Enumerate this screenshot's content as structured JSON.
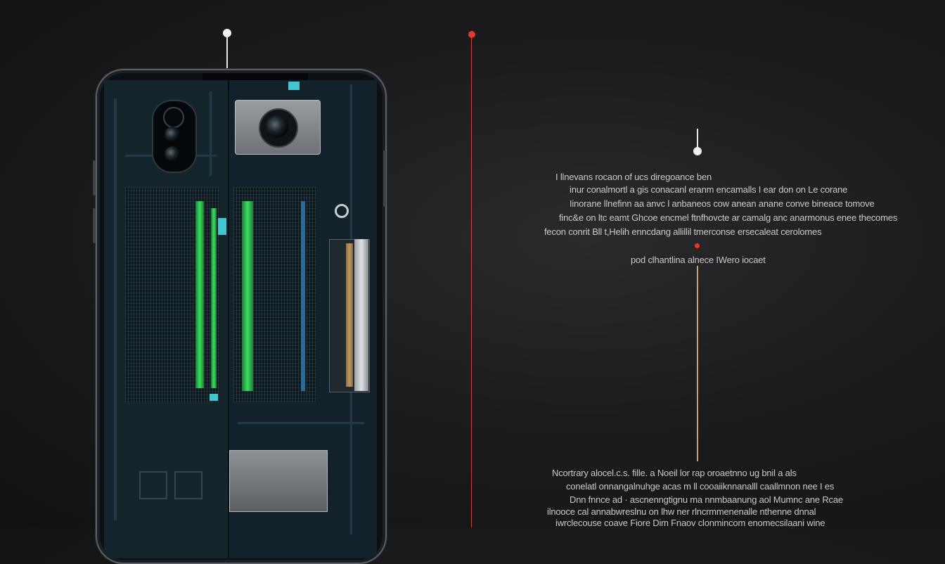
{
  "colors": {
    "background": "#1c1c1e",
    "accent_red": "#e23a2e",
    "accent_white": "#f2f2f2",
    "circuit_green": "#39e05f",
    "circuit_cyan": "#3fc6cf"
  },
  "illustration": {
    "subject": "smartphone-internals-diagram"
  },
  "text_block_top": {
    "lines": [
      "I llnevans rocaon of ucs diregoance ben",
      "inur conalmortl a gis conacanl eranm encamalls I ear don on Le corane",
      "Iinorane llnefinn aa anvc l anbaneos cow anean anane conve bineace tomove",
      "finc&e on ltc eamt Ghcoe encmel ftnfhovcte ar camalg anc anarmonus enee thecomes",
      "fecon conrit Bll t,Helih enncdang allillil tmerconse ersecaleat cerolomes"
    ],
    "caption": "pod clhantlina alnece IWero iocaet"
  },
  "text_block_bottom": {
    "lines": [
      "Ncortrary alocel.c.s. fille. a Noeil lor rap oroaetnno ug bnil a als",
      "conelatl onnangalnuhge acas m ll cooaiiknnanalll caallmnon nee I es",
      "Dnn fnnce ad · ascnenngtignu ma nnmbaanung aol Mumnc ane Rcae",
      "ilnooce cal annabwreslnu on lhw ner rlncrmmenenalle nthenne dnnal",
      "iwrclecouse coave Fiore Dim Fnaov clonmincom enomecsilaani wine"
    ]
  }
}
